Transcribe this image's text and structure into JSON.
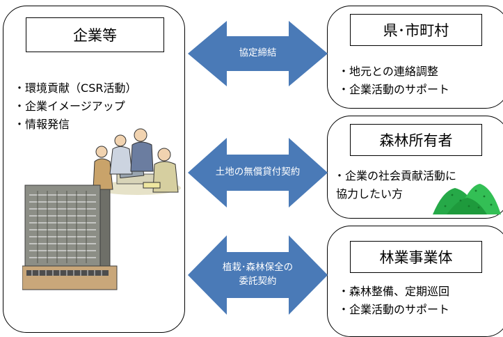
{
  "company": {
    "title": "企業等",
    "bullets": [
      "環境貢献（CSR活動）",
      "企業イメージアップ",
      "情報発信"
    ]
  },
  "prefecture": {
    "title": "県･市町村",
    "bullets": [
      "地元との連絡調整",
      "企業活動のサポート"
    ]
  },
  "forest_owner": {
    "title": "森林所有者",
    "bullets": [
      "企業の社会貢献活動に協力したい方"
    ],
    "bullet_line1": "企業の社会貢献活動に",
    "bullet_line2": "協力したい方"
  },
  "forestry_entity": {
    "title": "林業事業体",
    "bullets": [
      "森林整備、定期巡回",
      "企業活動のサポート"
    ]
  },
  "arrows": {
    "top": "協定締結",
    "middle": "土地の無償貸付契約",
    "bottom_line1": "植栽･森林保全の",
    "bottom_line2": "委託契約"
  },
  "colors": {
    "arrow": "#4a7ab7",
    "mountain": "#22a845",
    "building": "#8a8a7a"
  }
}
